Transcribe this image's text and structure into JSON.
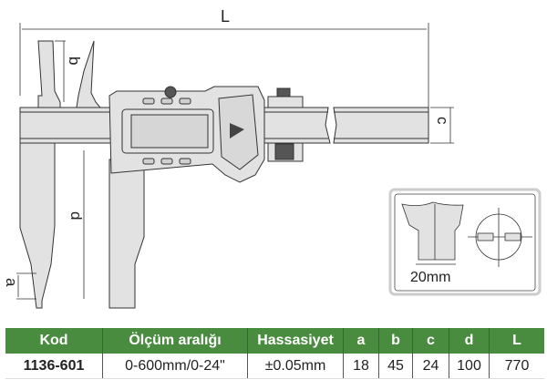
{
  "diagram": {
    "dimension_labels": {
      "L": "L",
      "b": "b",
      "c": "c",
      "d": "d",
      "a": "a"
    },
    "inset_label": "20mm"
  },
  "table": {
    "headers": [
      "Kod",
      "Ölçüm aralığı",
      "Hassasiyet",
      "a",
      "b",
      "c",
      "d",
      "L"
    ],
    "rows": [
      [
        "1136-601",
        "0-600mm/0-24\"",
        "±0.05mm",
        "18",
        "45",
        "24",
        "100",
        "770"
      ]
    ],
    "header_color": "#4a8c3f"
  }
}
